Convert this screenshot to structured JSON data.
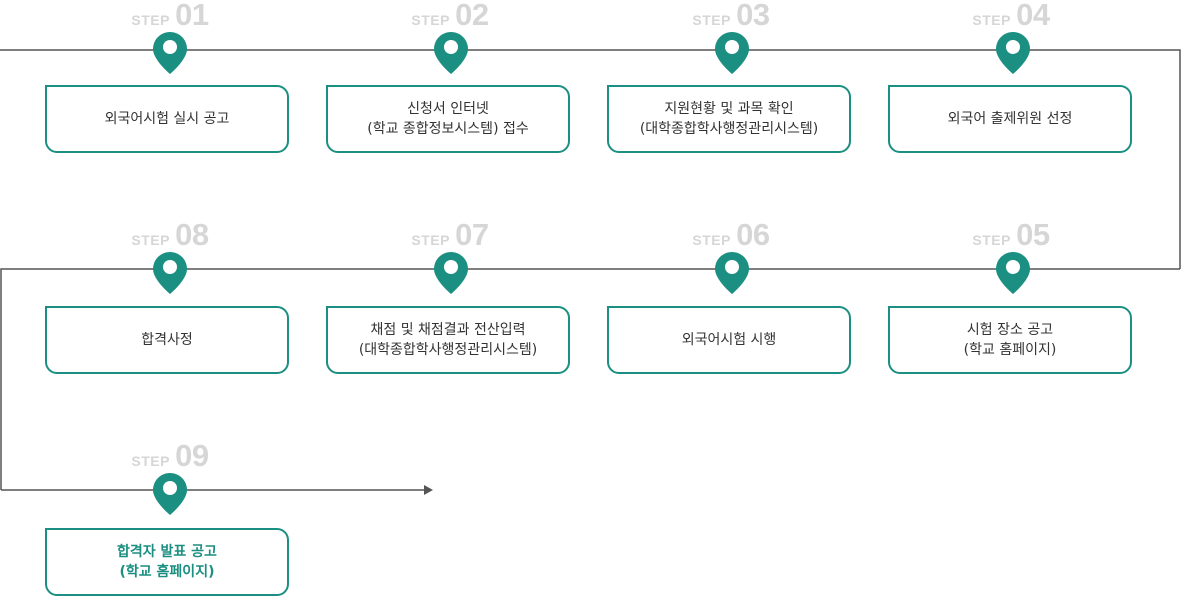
{
  "colors": {
    "accent": "#1b8f81",
    "line": "#555555",
    "step_label": "#d6d6d6",
    "text": "#333333"
  },
  "steps": [
    {
      "step_word": "STEP",
      "num": "01",
      "text": "외국어시험 실시 공고"
    },
    {
      "step_word": "STEP",
      "num": "02",
      "text": "신청서 인터넷\n(학교 종합정보시스템) 접수"
    },
    {
      "step_word": "STEP",
      "num": "03",
      "text": "지원현황 및 과목 확인\n(대학종합학사행정관리시스템)"
    },
    {
      "step_word": "STEP",
      "num": "04",
      "text": "외국어 출제위원 선정"
    },
    {
      "step_word": "STEP",
      "num": "05",
      "text": "시험 장소 공고\n(학교 홈페이지)"
    },
    {
      "step_word": "STEP",
      "num": "06",
      "text": "외국어시험 시행"
    },
    {
      "step_word": "STEP",
      "num": "07",
      "text": "채점 및 채점결과 전산입력\n(대학종합학사행정관리시스템)"
    },
    {
      "step_word": "STEP",
      "num": "08",
      "text": "합격사정"
    },
    {
      "step_word": "STEP",
      "num": "09",
      "text": "합격자 발표 공고\n(학교 홈페이지)"
    }
  ]
}
